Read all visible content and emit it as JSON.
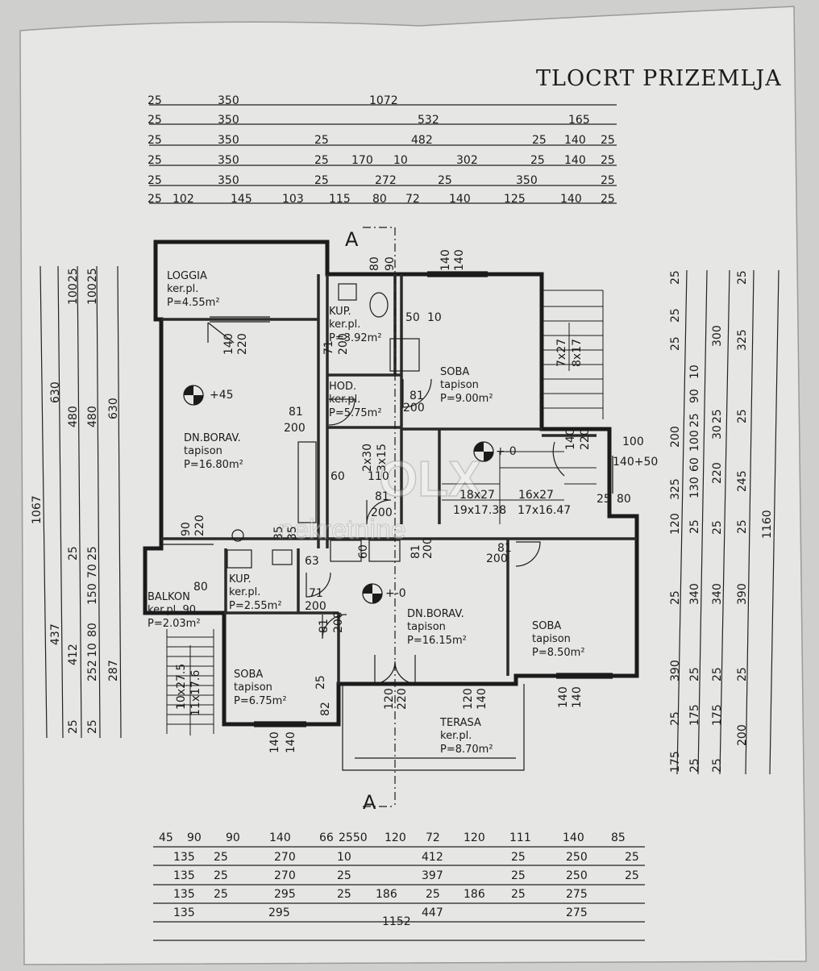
{
  "title": "TLOCRT PRIZEMLJA",
  "watermark": {
    "brand": "OLX",
    "sub": "nekretnine"
  },
  "colors": {
    "paper": "#e6e7e4",
    "background": "#cfd0cd",
    "ink": "#1b1b1b",
    "wall_fill": "#3a3a3a"
  },
  "section_marks": [
    "A",
    "A"
  ],
  "elevations": [
    "+45",
    "+-0",
    "+-0"
  ],
  "rooms": [
    {
      "id": "loggia",
      "name": "LOGGIA",
      "finish": "ker.pl.",
      "area": "P=4.55m²"
    },
    {
      "id": "kup1",
      "name": "KUP.",
      "finish": "ker.pl.",
      "area": "P=3.92m²"
    },
    {
      "id": "hod",
      "name": "HOD.",
      "finish": "ker.pl.",
      "area": "P=5.75m²"
    },
    {
      "id": "soba1",
      "name": "SOBA",
      "finish": "tapison",
      "area": "P=9.00m²"
    },
    {
      "id": "dnborav1",
      "name": "DN.BORAV.",
      "finish": "tapison",
      "area": "P=16.80m²"
    },
    {
      "id": "kup2",
      "name": "KUP.",
      "finish": "ker.pl.",
      "area": "P=2.55m²"
    },
    {
      "id": "balkon",
      "name": "BALKON",
      "finish": "ker.pl. 90",
      "area": "P=2.03m²"
    },
    {
      "id": "dnborav2",
      "name": "DN.BORAV.",
      "finish": "tapison",
      "area": "P=16.15m²"
    },
    {
      "id": "soba2",
      "name": "SOBA",
      "finish": "tapison",
      "area": "P=8.50m²"
    },
    {
      "id": "soba3",
      "name": "SOBA",
      "finish": "tapison",
      "area": "P=6.75m²"
    },
    {
      "id": "terasa",
      "name": "TERASA",
      "finish": "ker.pl.",
      "area": "P=8.70m²"
    }
  ],
  "dims_top": [
    [
      "25",
      "350",
      "1072"
    ],
    [
      "25",
      "350",
      "532",
      "165"
    ],
    [
      "25",
      "350",
      "25",
      "482",
      "25",
      "140",
      "25"
    ],
    [
      "25",
      "350",
      "25",
      "170",
      "10",
      "302",
      "25",
      "140",
      "25"
    ],
    [
      "25",
      "350",
      "25",
      "272",
      "25",
      "350",
      "25"
    ],
    [
      "25",
      "102",
      "145",
      "103",
      "115",
      "80",
      "72",
      "140",
      "125",
      "140",
      "25"
    ]
  ],
  "dims_bottom": [
    [
      "45",
      "90",
      "90",
      "140",
      "66",
      "2550",
      "120",
      "72",
      "120",
      "111",
      "140",
      "85"
    ],
    [
      "135",
      "25",
      "270",
      "10",
      "412",
      "25",
      "250",
      "25"
    ],
    [
      "135",
      "25",
      "270",
      "25",
      "397",
      "25",
      "250",
      "25"
    ],
    [
      "135",
      "25",
      "295",
      "25",
      "186",
      "25",
      "186",
      "25",
      "275"
    ],
    [
      "135",
      "295",
      "447",
      "275"
    ],
    [
      "1152"
    ]
  ],
  "dims_left": [
    [
      "1067"
    ],
    [
      "630",
      "437"
    ],
    [
      "25",
      "100",
      "480",
      "25",
      "412",
      "25"
    ],
    [
      "25",
      "100",
      "480",
      "25",
      "70",
      "150",
      "80",
      "10",
      "252",
      "25"
    ],
    [
      "630",
      "287"
    ]
  ],
  "dims_right": [
    [
      "25",
      "25",
      "200",
      "325",
      "120",
      "25",
      "390",
      "25",
      "175",
      "25"
    ],
    [
      "10",
      "90",
      "25",
      "100",
      "60",
      "130",
      "25",
      "340",
      "25",
      "175",
      "25"
    ],
    [
      "300",
      "25",
      "30",
      "220",
      "25",
      "340",
      "25",
      "175",
      "25"
    ],
    [
      "25",
      "325",
      "25",
      "245",
      "25",
      "390",
      "25",
      "200"
    ],
    [
      "1160"
    ]
  ],
  "openings": [
    "140",
    "220",
    "80",
    "90",
    "140",
    "140",
    "71",
    "200",
    "50",
    "10",
    "81",
    "200",
    "81",
    "200",
    "7x27",
    "8x17",
    "140",
    "220",
    "100",
    "140+50",
    "2x30",
    "3x15",
    "60",
    "110",
    "81",
    "200",
    "18x27",
    "19x17.38",
    "16x27",
    "17x16.47",
    "25",
    "80",
    "90",
    "220",
    "35",
    "35",
    "63",
    "60",
    "81",
    "200",
    "81",
    "200",
    "80",
    "71",
    "200",
    "81",
    "200",
    "120",
    "220",
    "120",
    "140",
    "140",
    "140",
    "10x27.5",
    "11x17.6",
    "25",
    "82",
    "140",
    "140"
  ]
}
